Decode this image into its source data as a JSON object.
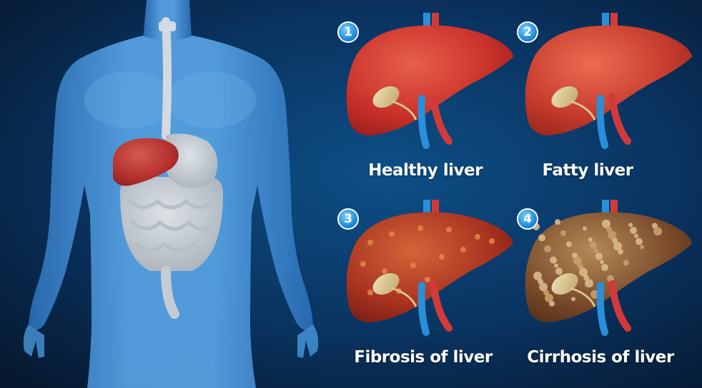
{
  "stages": [
    {
      "number": "1",
      "label": "Healthy liver",
      "tone": "#c8302a"
    },
    {
      "number": "2",
      "label": "Fatty liver",
      "tone": "#c43a2c"
    },
    {
      "number": "3",
      "label": "Fibrosis of liver",
      "tone": "#a8321f"
    },
    {
      "number": "4",
      "label": "Cirrhosis of liver",
      "tone": "#7a4a2a"
    }
  ],
  "colors": {
    "background": "#0a2a4e",
    "body": "#3f8fd6",
    "liver": "#c8302a",
    "artery": "#d23a3a",
    "vein": "#2a8fd9"
  }
}
